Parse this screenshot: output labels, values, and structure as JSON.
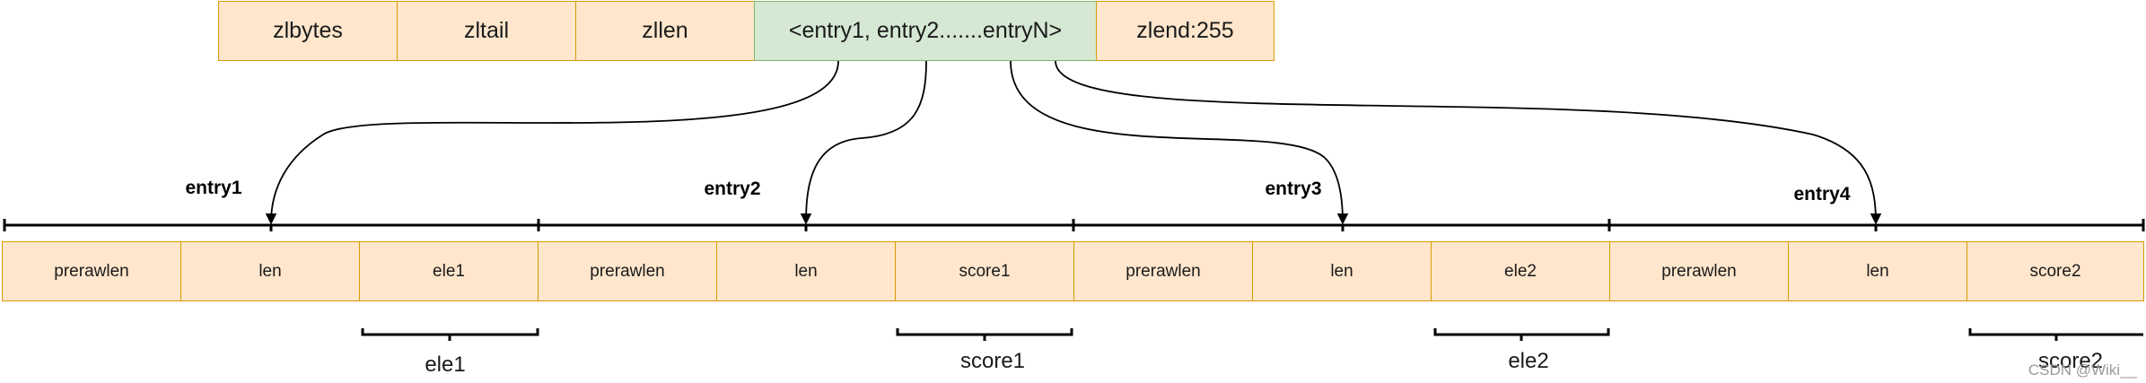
{
  "header": {
    "cells": [
      "zlbytes",
      "zltail",
      "zllen",
      "<entry1, entry2.......entryN>",
      "zlend:255"
    ]
  },
  "entries": [
    {
      "label": "entry1",
      "fields": [
        "prerawlen",
        "len",
        "ele1"
      ]
    },
    {
      "label": "entry2",
      "fields": [
        "prerawlen",
        "len",
        "score1"
      ]
    },
    {
      "label": "entry3",
      "fields": [
        "prerawlen",
        "len",
        "ele2"
      ]
    },
    {
      "label": "entry4",
      "fields": [
        "prerawlen",
        "len",
        "score2"
      ]
    }
  ],
  "braces": [
    "ele1",
    "score1",
    "ele2",
    "score2"
  ],
  "watermark": "CSDN @Wiki__",
  "colors": {
    "cell_fill": "#ffe6cc",
    "cell_border": "#d79b00",
    "entries_fill": "#d5e8d4",
    "entries_border": "#82b366"
  }
}
